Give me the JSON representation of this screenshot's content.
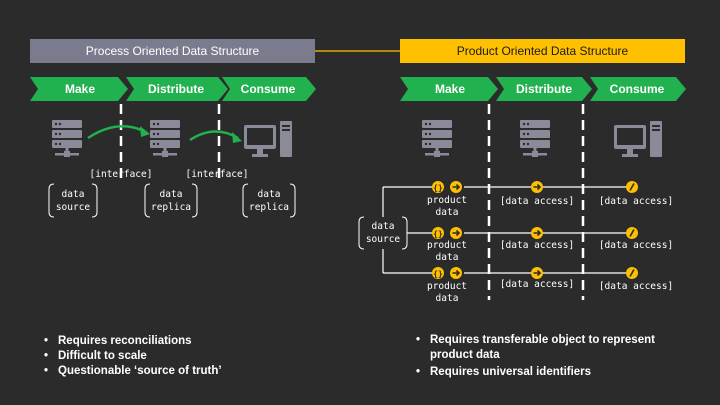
{
  "colors": {
    "background": "#2b2b2b",
    "left_header_bg": "#7b7b8e",
    "right_header_bg": "#ffc000",
    "connector": "#ffc000",
    "arrow_green": "#21b14f",
    "icon_gray": "#8a8a98",
    "access_yellow": "#ffc000"
  },
  "left": {
    "title": "Process Oriented Data Structure",
    "stages": [
      "Make",
      "Distribute",
      "Consume"
    ],
    "interface_labels": [
      "[interface]",
      "[interface]"
    ],
    "nodes": [
      {
        "line1": "data",
        "line2": "source"
      },
      {
        "line1": "data",
        "line2": "replica"
      },
      {
        "line1": "data",
        "line2": "replica"
      }
    ],
    "bullets": [
      "Requires reconciliations",
      "Difficult to scale",
      "Questionable ‘source of truth’"
    ]
  },
  "right": {
    "title": "Product Oriented Data Structure",
    "stages": [
      "Make",
      "Distribute",
      "Consume"
    ],
    "source": {
      "line1": "data",
      "line2": "source"
    },
    "rows": [
      {
        "product_line1": "product",
        "product_line2": "data",
        "access1": "[data access]",
        "access2": "[data access]"
      },
      {
        "product_line1": "product",
        "product_line2": "data",
        "access1": "[data access]",
        "access2": "[data access]"
      },
      {
        "product_line1": "product",
        "product_line2": "data",
        "access1": "[data access]",
        "access2": "[data access]"
      }
    ],
    "bullets": [
      "Requires transferable object to represent product data",
      "Requires universal identifiers"
    ]
  },
  "icons": [
    "server-icon",
    "monitor-icon",
    "tower-icon",
    "code-braces-icon",
    "arrow-right-icon",
    "slash-icon"
  ]
}
